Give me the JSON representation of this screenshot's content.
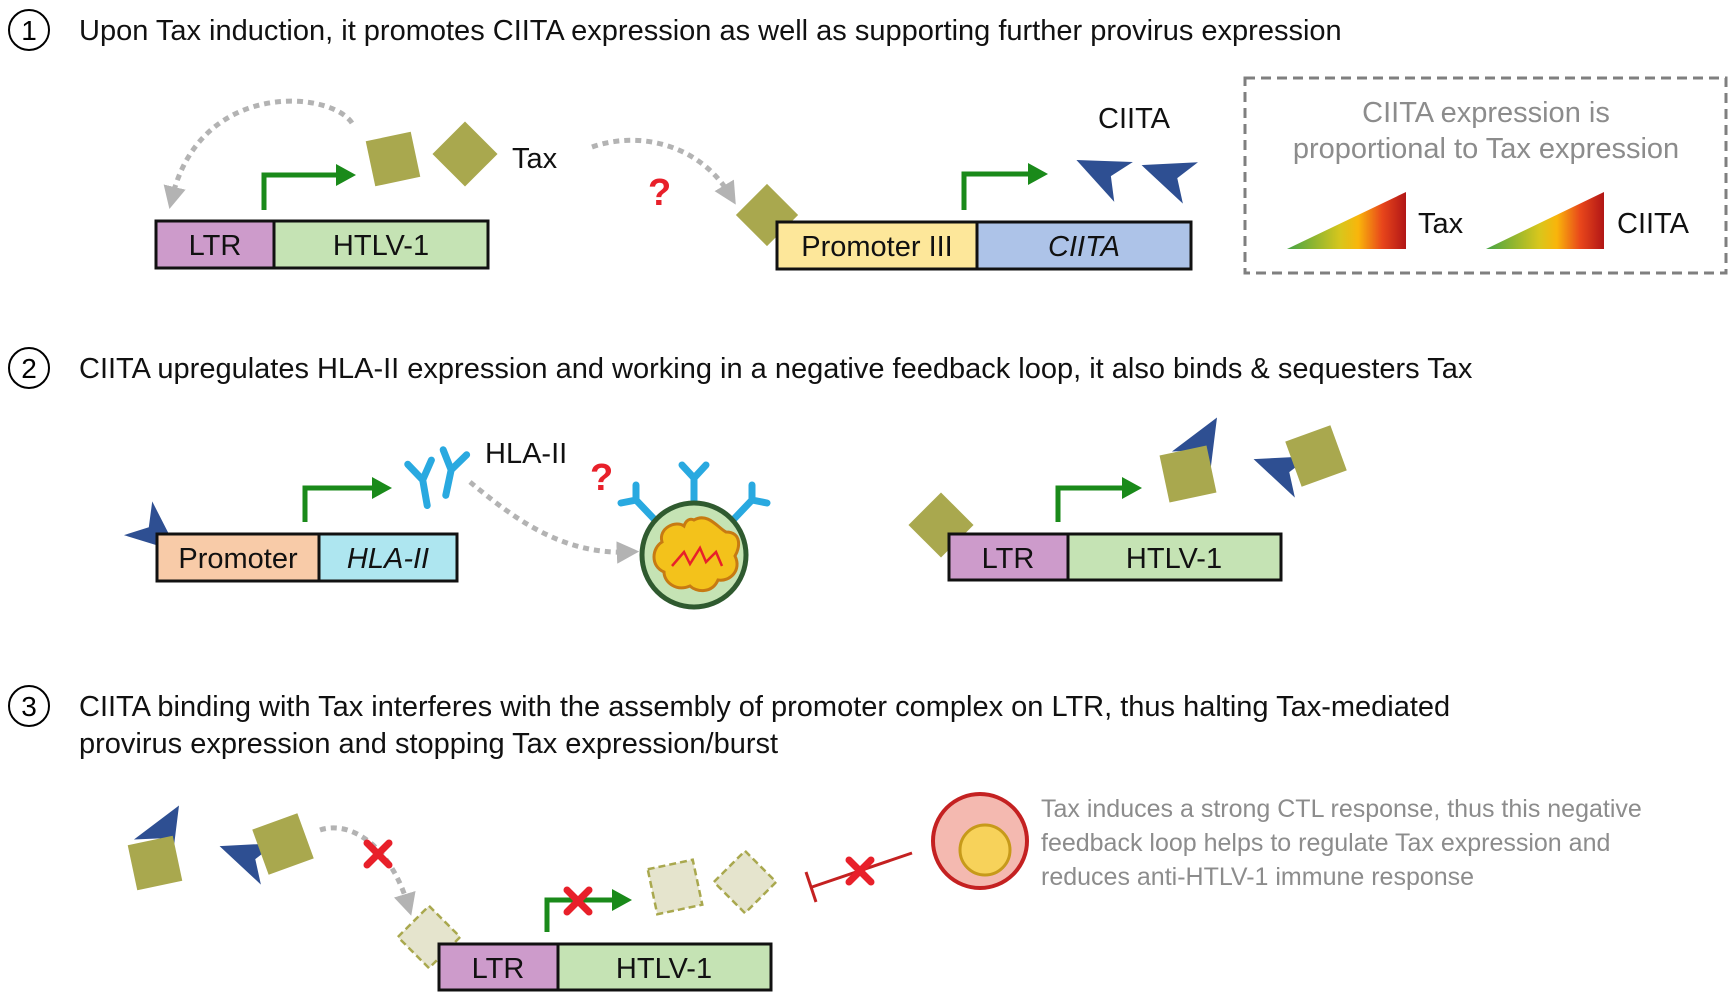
{
  "steps": [
    {
      "number": "1",
      "text": "Upon Tax induction, it promotes CIITA expression as well as supporting further provirus expression"
    },
    {
      "number": "2",
      "text": "CIITA upregulates HLA-II expression and working in a negative feedback loop, it also binds & sequesters Tax"
    },
    {
      "number": "3",
      "text_line1": "CIITA binding with Tax interferes with the assembly of promoter complex on LTR, thus halting Tax-mediated",
      "text_line2": "provirus expression and stopping Tax expression/burst"
    }
  ],
  "panel1": {
    "ltr": "LTR",
    "htlv": "HTLV-1",
    "tax_label": "Tax",
    "question": "?",
    "promoter3": "Promoter III",
    "ciita_gene": "CIITA",
    "ciita_label": "CIITA",
    "legend": {
      "line1": "CIITA expression is",
      "line2": "proportional to Tax expression",
      "tax": "Tax",
      "ciita": "CIITA"
    }
  },
  "panel2": {
    "promoter": "Promoter",
    "hla_gene": "HLA-II",
    "hla_label": "HLA-II",
    "question": "?",
    "ltr": "LTR",
    "htlv": "HTLV-1"
  },
  "panel3": {
    "ltr": "LTR",
    "htlv": "HTLV-1",
    "note_line1": "Tax induces a strong CTL response, thus this negative",
    "note_line2": "feedback loop helps to regulate Tax expression and",
    "note_line3": "reduces anti-HTLV-1 immune response"
  },
  "colors": {
    "tax": "#a9a84e",
    "ciita": "#2e4f92",
    "hla": "#29a9e0",
    "arrow_green": "#1a8a1a",
    "ltr": "#cd9bcb",
    "htlv": "#c5e3b4",
    "promoter3": "#fde79a",
    "ciita_box": "#adc3e8",
    "promoter": "#f8cba8",
    "hla_box": "#aee6f0",
    "red": "#e8202a",
    "dotted": "#b3b3b3"
  }
}
